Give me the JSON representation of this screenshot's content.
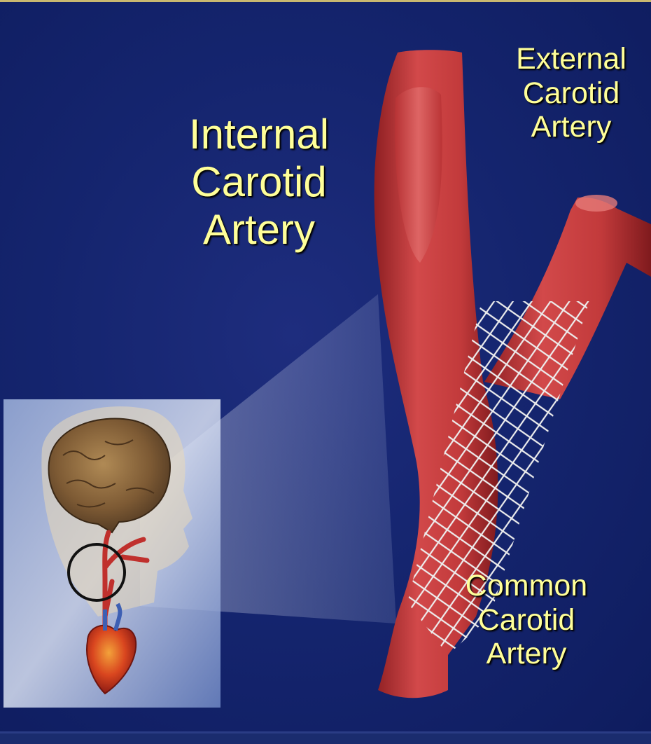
{
  "labels": {
    "internal": [
      "Internal",
      "Carotid",
      "Artery"
    ],
    "external": [
      "External",
      "Carotid",
      "Artery"
    ],
    "common": [
      "Common",
      "Carotid",
      "Artery"
    ]
  },
  "colors": {
    "background": "#15256f",
    "label_text": "#ffff99",
    "artery": "#c0393a",
    "stent": "#e8e8e8"
  }
}
